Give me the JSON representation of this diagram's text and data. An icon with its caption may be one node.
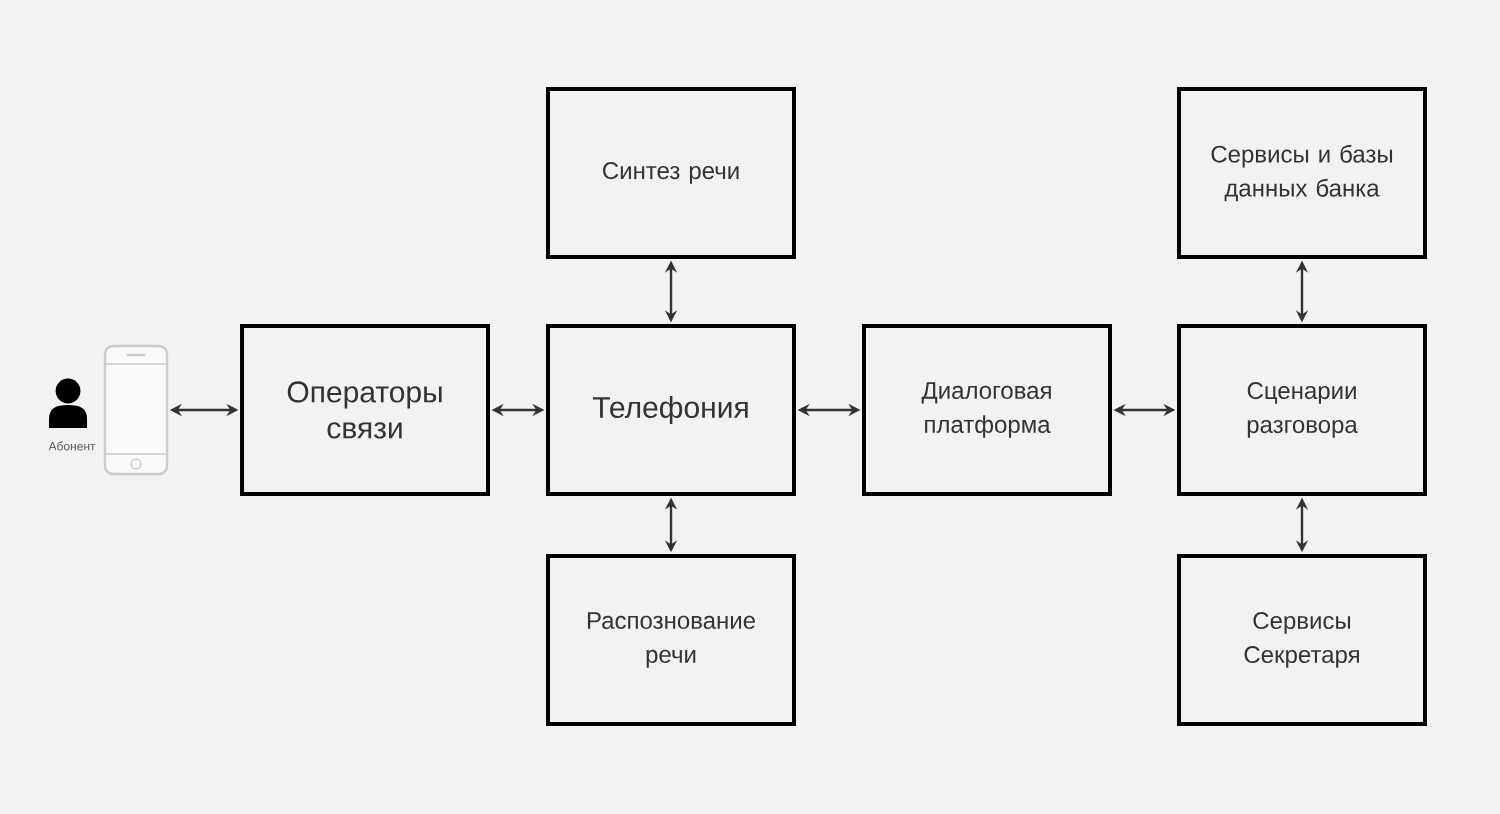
{
  "diagram": {
    "nodes": [
      {
        "text": [],
        "shape": "picture",
        "beside": [
          "Абонент"
        ]
      },
      {
        "text": [
          "Операторы связи"
        ]
      },
      {
        "text": [
          "Синтез речи"
        ]
      },
      {
        "text": [
          "Телефония"
        ]
      },
      {
        "text": [
          "Распознование речи"
        ]
      },
      {
        "text": [
          "Диалоговая платформа"
        ]
      },
      {
        "text": [
          "Сервисы и базы данных банка"
        ]
      },
      {
        "text": [
          "Сценарии разговора"
        ]
      },
      {
        "text": [
          "Сервисы Секретаря"
        ]
      }
    ],
    "edges": [
      {
        "from": 0,
        "to": 1,
        "arrow": "both"
      },
      {
        "from": 1,
        "to": 3,
        "arrow": "both"
      },
      {
        "from": 2,
        "to": 3,
        "arrow": "both"
      },
      {
        "from": 3,
        "to": 4,
        "arrow": "both"
      },
      {
        "from": 3,
        "to": 5,
        "arrow": "both"
      },
      {
        "from": 5,
        "to": 7,
        "arrow": "both"
      },
      {
        "from": 6,
        "to": 7,
        "arrow": "both"
      },
      {
        "from": 7,
        "to": 8,
        "arrow": "both"
      }
    ]
  }
}
